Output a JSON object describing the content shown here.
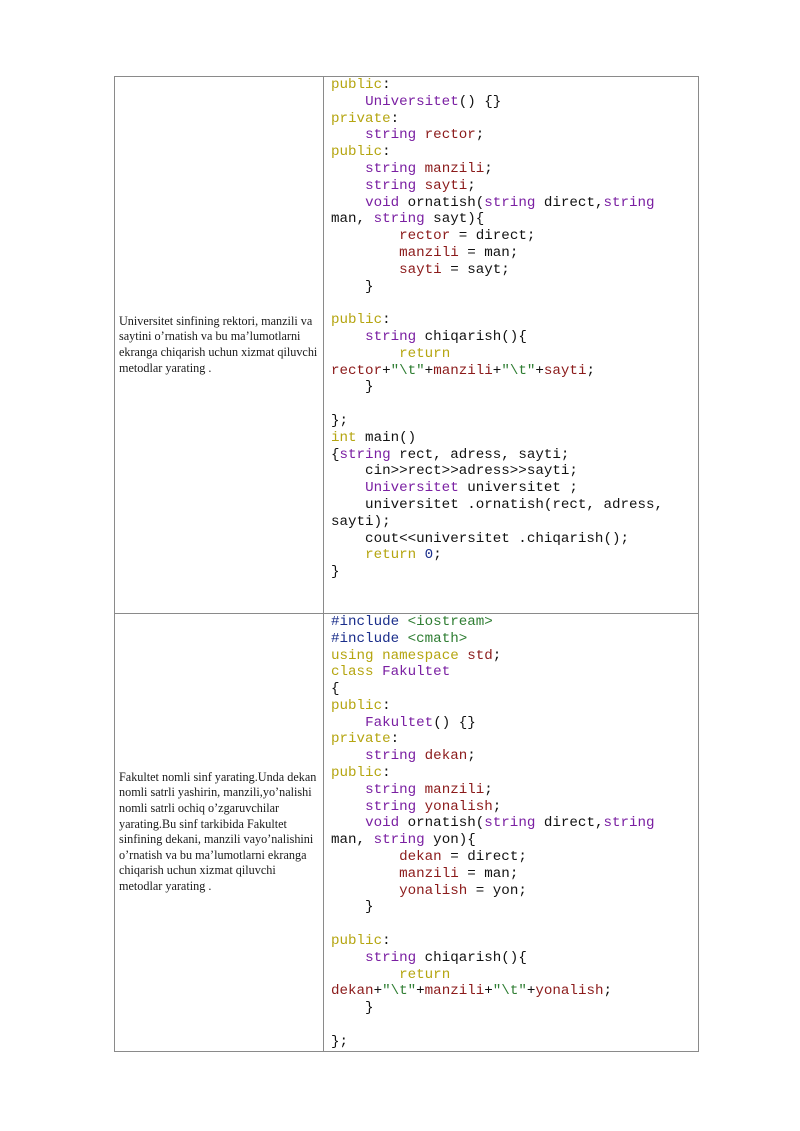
{
  "rows": [
    {
      "task": "Universitet sinfining rektori, manzili va saytini o’rnatish va bu ma’lumotlarni ekranga chiqarish uchun xizmat qiluvchi metodlar yarating ."
    },
    {
      "task": "Fakultet nomli sinf yarating.Unda dekan nomli satrli yashirin, manzili,yo’nalishi nomli satrli ochiq o’zgaruvchilar yarating.Bu sinf tarkibida Fakultet sinfining dekani, manzili vayo’nalishini o’rnatish va bu ma’lumotlarni ekranga chiqarish uchun xizmat qiluvchi metodlar yarating ."
    }
  ],
  "code1": {
    "l01_kw": "public",
    "l01_p": ":",
    "l02_ind": "    ",
    "l02_ty": "Universitet",
    "l02_rest": "() {}",
    "l03_kw": "private",
    "l03_p": ":",
    "l04_ind": "    ",
    "l04_ty": "string",
    "l04_sp": " ",
    "l04_id": "rector",
    "l04_p": ";",
    "l05_kw": "public",
    "l05_p": ":",
    "l06_ind": "    ",
    "l06_ty": "string",
    "l06_sp": " ",
    "l06_id": "manzili",
    "l06_p": ";",
    "l07_ind": "    ",
    "l07_ty": "string",
    "l07_sp": " ",
    "l07_id": "sayti",
    "l07_p": ";",
    "l08_ind": "    ",
    "l08_ty": "void",
    "l08_a": " ornatish(",
    "l08_ty2": "string",
    "l08_b": " direct,",
    "l08_ty3": "string",
    "l09_a": "man, ",
    "l09_ty": "string",
    "l09_b": " sayt){",
    "l10_ind": "        ",
    "l10_id": "rector",
    "l10_b": " = direct;",
    "l11_ind": "        ",
    "l11_id": "manzili",
    "l11_b": " = man;",
    "l12_ind": "        ",
    "l12_id": "sayti",
    "l12_b": " = sayt;",
    "l13": "    }",
    "l15_kw": "public",
    "l15_p": ":",
    "l16_ind": "    ",
    "l16_ty": "string",
    "l16_b": " chiqarish(){",
    "l17_ind": "        ",
    "l17_kw": "return",
    "l18_id1": "rector",
    "l18_a": "+",
    "l18_s1": "\"\\t\"",
    "l18_b": "+",
    "l18_id2": "manzili",
    "l18_c": "+",
    "l18_s2": "\"\\t\"",
    "l18_d": "+",
    "l18_id3": "sayti",
    "l18_p": ";",
    "l19": "    }",
    "l21": "};",
    "l22_kw": "int",
    "l22_b": " main()",
    "l23_a": "{",
    "l23_ty": "string",
    "l23_b": " rect, adress, sayti;",
    "l24": "    cin>>rect>>adress>>sayti;",
    "l25_ind": "    ",
    "l25_ty": "Universitet",
    "l25_b": " universitet ;",
    "l26": "    universitet .ornatish(rect, adress,",
    "l27": "sayti);",
    "l28": "    cout<<universitet .chiqarish();",
    "l29_ind": "    ",
    "l29_kw": "return",
    "l29_sp": " ",
    "l29_num": "0",
    "l29_p": ";",
    "l30": "}"
  },
  "code2": {
    "l01_pp": "#include",
    "l01_sp": " ",
    "l01_inc": "<iostream>",
    "l02_pp": "#include",
    "l02_sp": " ",
    "l02_inc": "<cmath>",
    "l03_kw1": "using",
    "l03_sp": " ",
    "l03_kw2": "namespace",
    "l03_sp2": " ",
    "l03_id": "std",
    "l03_p": ";",
    "l04_kw": "class",
    "l04_sp": " ",
    "l04_ty": "Fakultet",
    "l05": "{",
    "l06_kw": "public",
    "l06_p": ":",
    "l07_ind": "    ",
    "l07_ty": "Fakultet",
    "l07_rest": "() {}",
    "l08_kw": "private",
    "l08_p": ":",
    "l09_ind": "    ",
    "l09_ty": "string",
    "l09_sp": " ",
    "l09_id": "dekan",
    "l09_p": ";",
    "l10_kw": "public",
    "l10_p": ":",
    "l11_ind": "    ",
    "l11_ty": "string",
    "l11_sp": " ",
    "l11_id": "manzili",
    "l11_p": ";",
    "l12_ind": "    ",
    "l12_ty": "string",
    "l12_sp": " ",
    "l12_id": "yonalish",
    "l12_p": ";",
    "l13_ind": "    ",
    "l13_ty": "void",
    "l13_a": " ornatish(",
    "l13_ty2": "string",
    "l13_b": " direct,",
    "l13_ty3": "string",
    "l14_a": "man, ",
    "l14_ty": "string",
    "l14_b": " yon){",
    "l15_ind": "        ",
    "l15_id": "dekan",
    "l15_b": " = direct;",
    "l16_ind": "        ",
    "l16_id": "manzili",
    "l16_b": " = man;",
    "l17_ind": "        ",
    "l17_id": "yonalish",
    "l17_b": " = yon;",
    "l18": "    }",
    "l20_kw": "public",
    "l20_p": ":",
    "l21_ind": "    ",
    "l21_ty": "string",
    "l21_b": " chiqarish(){",
    "l22_ind": "        ",
    "l22_kw": "return",
    "l23_id1": "dekan",
    "l23_a": "+",
    "l23_s1": "\"\\t\"",
    "l23_b": "+",
    "l23_id2": "manzili",
    "l23_c": "+",
    "l23_s2": "\"\\t\"",
    "l23_d": "+",
    "l23_id3": "yonalish",
    "l23_p": ";",
    "l24": "    }",
    "l26": "};"
  },
  "colors": {
    "keyword": "#b5a510",
    "type": "#7a1fa2",
    "identifier": "#8b1a1a",
    "string": "#2e7d32",
    "preprocessor": "#1a2e8b",
    "border": "#8a8a8a"
  }
}
